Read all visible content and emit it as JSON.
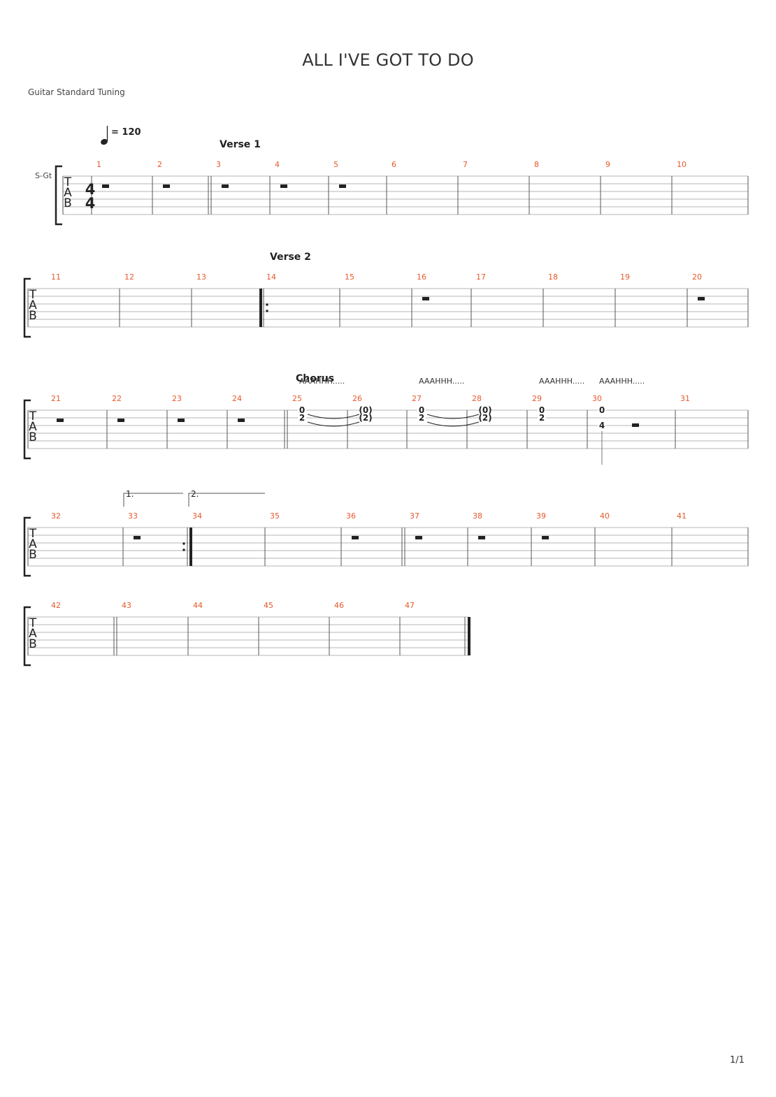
{
  "title": "ALL I'VE GOT TO DO",
  "tuning": "Guitar Standard Tuning",
  "page_number": "1/1",
  "tempo": {
    "value": "120",
    "prefix": "= "
  },
  "track_label": "S-Gt",
  "time_signature": {
    "top": "4",
    "bottom": "4"
  },
  "tab_letters": [
    "T",
    "A",
    "B"
  ],
  "volta": {
    "first": "1.",
    "second": "2."
  },
  "colors": {
    "measure_number": "#e8582a",
    "staff_line": "#b5b5b5",
    "barline": "#555555",
    "ink": "#222222"
  },
  "sections": [
    {
      "label": "Verse 1",
      "measure": 3
    },
    {
      "label": "Verse 2",
      "measure": 14
    },
    {
      "label": "Chorus",
      "measure": 25
    }
  ],
  "lyrics": [
    {
      "text": "AAAHHH.....",
      "measure": 25
    },
    {
      "text": "AAAHHH.....",
      "measure": 27
    },
    {
      "text": "AAAHHH.....",
      "measure": 29
    },
    {
      "text": "AAAHHH.....",
      "measure": 30
    }
  ],
  "systems": [
    {
      "measures": [
        1,
        2,
        3,
        4,
        5,
        6,
        7,
        8,
        9,
        10
      ]
    },
    {
      "measures": [
        11,
        12,
        13,
        14,
        15,
        16,
        17,
        18,
        19,
        20
      ]
    },
    {
      "measures": [
        21,
        22,
        23,
        24,
        25,
        26,
        27,
        28,
        29,
        30,
        31
      ]
    },
    {
      "measures": [
        32,
        33,
        34,
        35,
        36,
        37,
        38,
        39,
        40,
        41
      ]
    },
    {
      "measures": [
        42,
        43,
        44,
        45,
        46,
        47
      ]
    }
  ],
  "rest_measures": [
    1,
    2,
    3,
    4,
    5,
    16,
    20,
    21,
    22,
    23,
    24,
    33,
    36,
    37,
    38,
    39
  ],
  "notes": [
    {
      "measure": 25,
      "string": 1,
      "fret": "0",
      "tied_to_next": true
    },
    {
      "measure": 25,
      "string": 2,
      "fret": "2",
      "tied_to_next": true
    },
    {
      "measure": 26,
      "string": 1,
      "fret": "(0)"
    },
    {
      "measure": 26,
      "string": 2,
      "fret": "(2)"
    },
    {
      "measure": 27,
      "string": 1,
      "fret": "0",
      "tied_to_next": true
    },
    {
      "measure": 27,
      "string": 2,
      "fret": "2",
      "tied_to_next": true
    },
    {
      "measure": 28,
      "string": 1,
      "fret": "(0)"
    },
    {
      "measure": 28,
      "string": 2,
      "fret": "(2)"
    },
    {
      "measure": 29,
      "string": 1,
      "fret": "0"
    },
    {
      "measure": 29,
      "string": 2,
      "fret": "2"
    },
    {
      "measure": 30,
      "string": 1,
      "fret": "0"
    },
    {
      "measure": 30,
      "string": 3,
      "fret": "4",
      "stem": true
    }
  ],
  "half_rests": [
    {
      "measure": 30
    }
  ],
  "repeats": {
    "start": [
      14
    ],
    "end": [
      33
    ]
  },
  "double_bar_before": [
    3,
    25,
    37,
    43
  ],
  "final_bar_after": 47
}
